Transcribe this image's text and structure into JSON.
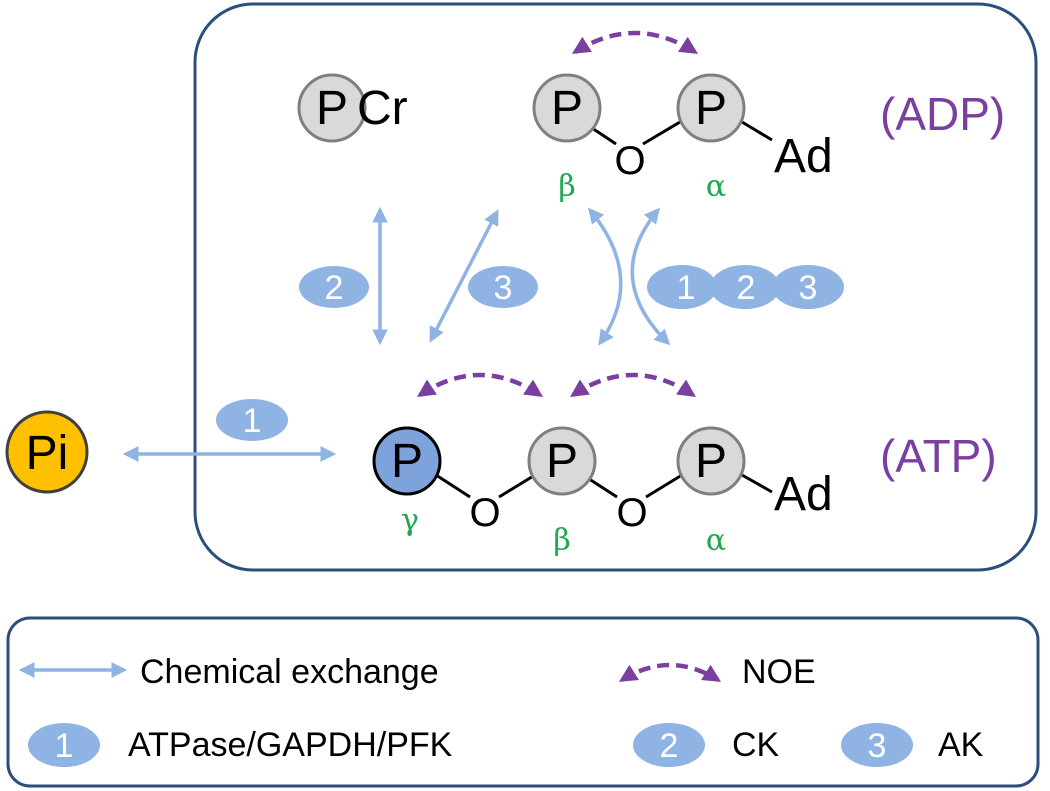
{
  "colors": {
    "box_border": "#2e4d7b",
    "exchange": "#8fb4e3",
    "badge": "#8fb4e3",
    "noe": "#7a3fa0",
    "greek": "#1fa84f",
    "gray_atom": "#d9d9d9",
    "gamma_atom": "#7ea3dc",
    "pi_atom": "#ffc000"
  },
  "molecules": {
    "pcr": {
      "p": "P",
      "suffix": "Cr"
    },
    "adp": {
      "label": "(ADP)",
      "p_beta": "P",
      "p_alpha": "P",
      "o": "O",
      "ad": "Ad",
      "beta": "β",
      "alpha": "α"
    },
    "atp": {
      "label": "(ATP)",
      "p_gamma": "P",
      "p_beta": "P",
      "p_alpha": "P",
      "o1": "O",
      "o2": "O",
      "ad": "Ad",
      "gamma": "γ",
      "beta": "β",
      "alpha": "α"
    },
    "pi": {
      "label": "Pi"
    }
  },
  "badges": {
    "b2": "2",
    "b3": "3",
    "group_1": "1",
    "group_2": "2",
    "group_3": "3",
    "pi_1": "1"
  },
  "legend": {
    "exchange": "Chemical exchange",
    "noe": "NOE",
    "enzyme1_num": "1",
    "enzyme1": "ATPase/GAPDH/PFK",
    "enzyme2_num": "2",
    "enzyme2": "CK",
    "enzyme3_num": "3",
    "enzyme3": "AK"
  }
}
